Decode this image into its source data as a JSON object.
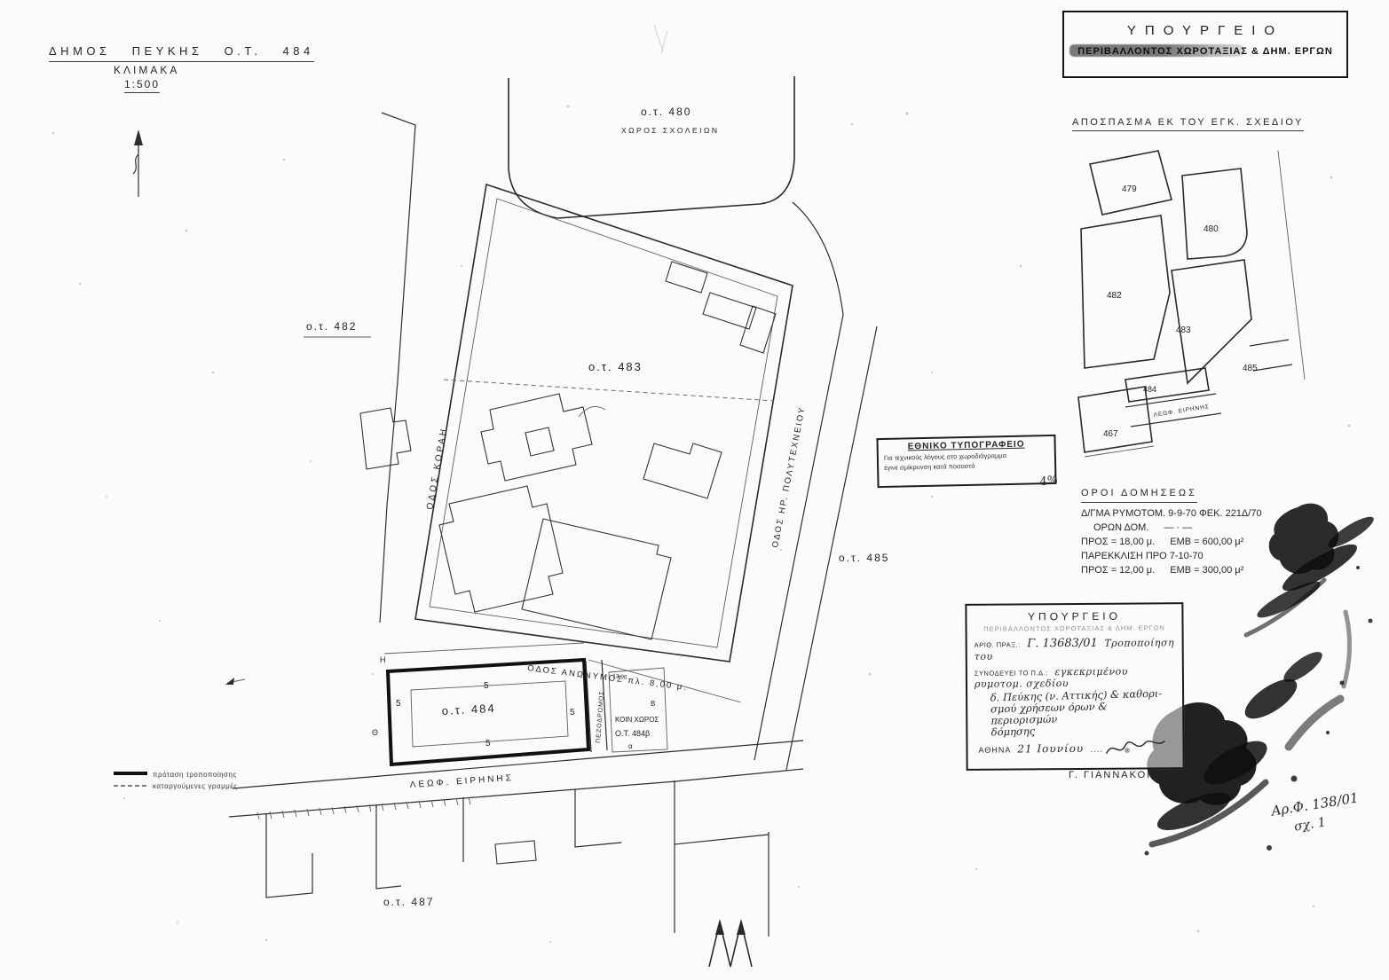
{
  "header": {
    "municipality": "ΔΗΜΟΣ ΠΕΥΚΗΣ Ο.Τ. 484",
    "scale_label": "ΚΛΙΜΑΚΑ",
    "scale_value": "1:500"
  },
  "ministry_stamp": {
    "line1": "ΥΠΟΥΡΓΕΙΟ",
    "line2": "ΠΕΡΙΒΑΛΛΟΝΤΟΣ ΧΩΡΟΤΑΞΙΑΣ & ΔΗΜ. ΕΡΓΩΝ"
  },
  "extract_map": {
    "title": "ΑΠΟΣΠΑΣΜΑ ΕΚ ΤΟΥ ΕΓΚ. ΣΧΕΔΙΟΥ",
    "block_479": "479",
    "block_480": "480",
    "block_482": "482",
    "block_483": "483",
    "block_484": "484",
    "block_485": "485",
    "block_467": "467",
    "street_eirinis": "ΛΕΩΦ. ΕΙΡΗΝΗΣ"
  },
  "printing_stamp": {
    "title": "ΕΘΝΙΚΟ ΤΥΠΟΓΡΑΦΕΙΟ",
    "line1": "Για τεχνικούς λόγους στο χωροδιάγραμμα",
    "line2": "έγινε σμίκρυνση κατά ποσοστό",
    "annotation": "4%"
  },
  "building_terms": {
    "title": "ΟΡΟΙ ΔΟΜΗΣΕΩΣ",
    "decree": "Δ/ΓΜΑ ΡΥΜΟΤΟΜ.  9-9-70  ΦΕΚ. 221Δ/70",
    "oron_dom": "ΟΡΩΝ ΔΟΜ.",
    "dash": "— · —",
    "pros1": "ΠΡΟΣ = 18,00 μ.",
    "emb1": "ΕΜΒ = 600,00 μ²",
    "parekklisi": "ΠΑΡΕΚΚΛΙΣΗ ΠΡΟ 7-10-70",
    "pros2": "ΠΡΟΣ = 12,00 μ.",
    "emb2": "ΕΜΒ = 300,00 μ²"
  },
  "approval_box": {
    "title": "ΥΠΟΥΡΓΕΙΟ",
    "subtitle": "ΠΕΡΙΒΑΛΛΟΝΤΟΣ ΧΩΡΟΤΑΞΙΑΣ & ΔΗΜ. ΕΡΓΩΝ",
    "ref_label": "ΑΡΙΘ. ΠΡΑΞ.:",
    "ref_value": "Γ. 13683/01",
    "accompany_label": "ΣΥΝΟΔΕΥΕΙ ΤΟ Π.Δ.:",
    "note_line1": "Τροποποίηση του",
    "note_line2": "εγκεκριμένου ρυμοτομ. σχεδίου",
    "note_line3": "δ. Πεύκης (ν. Αττικής) & καθορι-",
    "note_line4": "σμού χρήσεων όρων & περιορισμών",
    "note_line5": "δόμησης",
    "date_label": "ΑΘΗΝΑ",
    "date_value": "21 Ιουνίου",
    "date_dots": "....",
    "signer": "Γ. ΓΙΑΝΝΑΚΟΠΟΥΛΟΣ"
  },
  "file_ref": {
    "number": "Αρ.Φ. 138/01",
    "sheet": "σχ. 1"
  },
  "map": {
    "block_480": "ο.τ. 480",
    "block_480_use": "ΧΩΡΟΣ ΣΧΟΛΕΙΩΝ",
    "block_482": "ο.τ. 482",
    "block_483": "ο.τ. 483",
    "block_484": "ο.τ. 484",
    "block_484b": "Ο.Τ. 484β",
    "koin_choros": "ΚΟΙΝ ΧΩΡΟΣ",
    "block_485": "ο.τ. 485",
    "block_487": "ο.τ. 487",
    "street_korai": "ΟΔΟΣ ΚΟΡΑΗ",
    "street_polytechneiou": "ΟΔΟΣ ΗΡ. ΠΟΛΥΤΕΧΝΕΙΟΥ",
    "street_anonymos": "ΟΔΟΣ ΑΝΩΝΥΜΟΣ  πλ. 8,00 μ.",
    "street_eirinis": "ΛΕΩΦ. ΕΙΡΗΝΗΣ",
    "pezodromos": "ΠΕΖΟΔΡΟΜΟΣ",
    "setback": "5",
    "dim_13": "13.00",
    "corner_h": "Η",
    "corner_th": "Θ",
    "corner_b": "Β",
    "corner_a": "α"
  },
  "legend": {
    "item1": "πρόταση τροποποίησης",
    "item2": "καταργούμενες γραμμές"
  }
}
